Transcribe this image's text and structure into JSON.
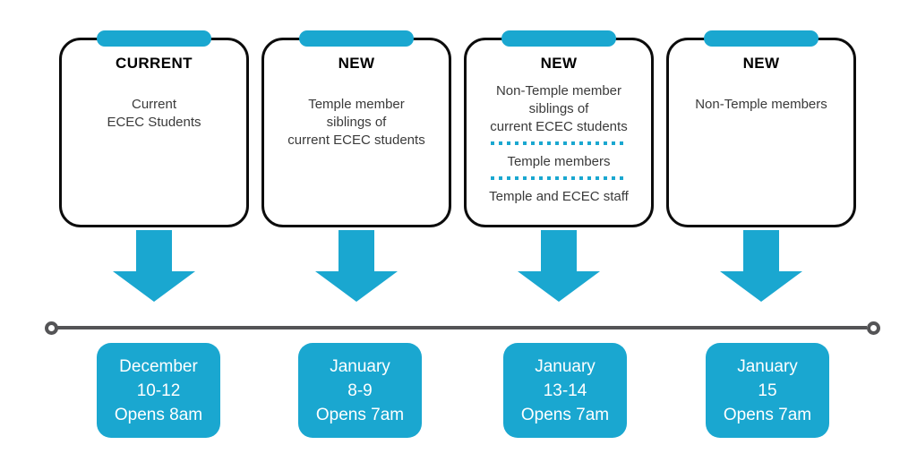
{
  "colors": {
    "accent": "#1aa7d0",
    "timeline": "#545456",
    "card_border": "#0c0c0c",
    "header_text": "#000000",
    "body_text": "#3a3a3a",
    "date_text": "#ffffff"
  },
  "columns": [
    {
      "tag": "CURRENT",
      "body": [
        "Current",
        "ECEC Students"
      ],
      "date": [
        "December",
        "10-12",
        "Opens 8am"
      ]
    },
    {
      "tag": "NEW",
      "body": [
        "Temple member",
        "siblings of",
        "current ECEC students"
      ],
      "date": [
        "January",
        "8-9",
        "Opens 7am"
      ]
    },
    {
      "tag": "NEW",
      "groups": [
        [
          "Non-Temple member",
          "siblings of",
          "current ECEC students"
        ],
        [
          "Temple members"
        ],
        [
          "Temple and ECEC staff"
        ]
      ],
      "date": [
        "January",
        "13-14",
        "Opens 7am"
      ]
    },
    {
      "tag": "NEW",
      "body": [
        "Non-Temple members"
      ],
      "date": [
        "January",
        "15",
        "Opens 7am"
      ]
    }
  ]
}
